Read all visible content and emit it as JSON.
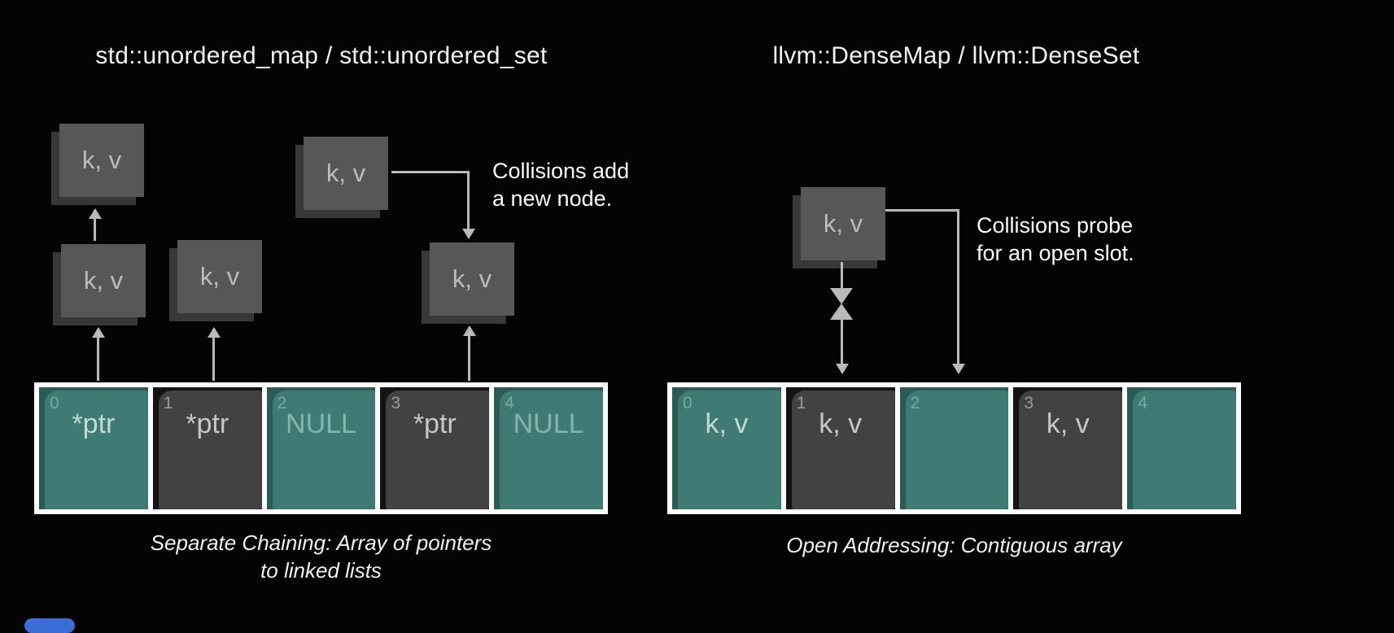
{
  "colors": {
    "background": "#040404",
    "teal_slot": "#407a74",
    "teal_slot_back": "#2c5a55",
    "dark_slot": "#424242",
    "node_face": "#575757",
    "node_back": "#383838",
    "arrow": "#b9b9b9",
    "array_border": "#fcfcfc",
    "text": "#f2f2f2",
    "accent_blue": "#3c6cd7"
  },
  "left_panel": {
    "title": "std::unordered_map / std::unordered_set",
    "nodes": [
      {
        "label": "k, v"
      },
      {
        "label": "k, v"
      },
      {
        "label": "k, v"
      },
      {
        "label": "k, v"
      },
      {
        "label": "k, v"
      }
    ],
    "annotation": {
      "line1": "Collisions add",
      "line2": "a new node."
    },
    "bucket_array": {
      "slots": [
        {
          "index": "0",
          "value": "*ptr"
        },
        {
          "index": "1",
          "value": "*ptr"
        },
        {
          "index": "2",
          "value": "NULL"
        },
        {
          "index": "3",
          "value": "*ptr"
        },
        {
          "index": "4",
          "value": "NULL"
        }
      ]
    },
    "caption": {
      "line1": "Separate Chaining: Array of pointers",
      "line2": "to linked lists"
    }
  },
  "right_panel": {
    "title": "llvm::DenseMap / llvm::DenseSet",
    "node": {
      "label": "k, v"
    },
    "annotation": {
      "line1": "Collisions probe",
      "line2": "for an open slot."
    },
    "slot_array": {
      "slots": [
        {
          "index": "0",
          "value": "k, v"
        },
        {
          "index": "1",
          "value": "k, v"
        },
        {
          "index": "2",
          "value": ""
        },
        {
          "index": "3",
          "value": "k, v"
        },
        {
          "index": "4",
          "value": ""
        }
      ]
    },
    "caption": {
      "line1": "Open Addressing: Contiguous array"
    }
  }
}
